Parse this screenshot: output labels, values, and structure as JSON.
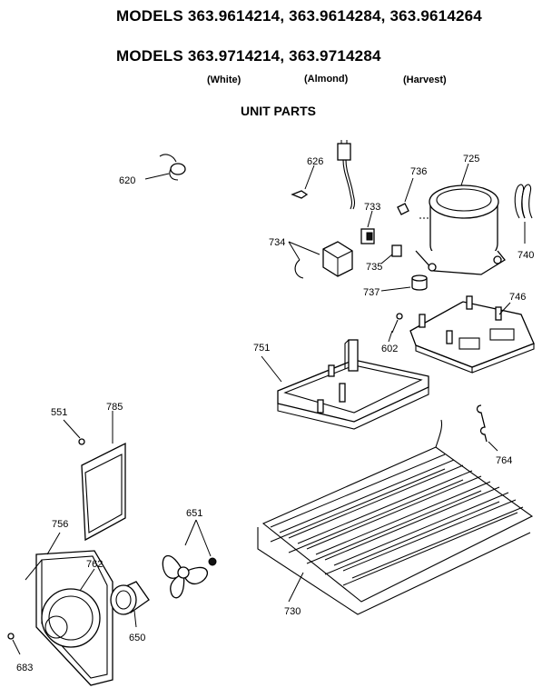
{
  "header": {
    "models_line1": "MODELS 363.9614214, 363.9614284, 363.9614264",
    "models_line2": "MODELS 363.9714214, 363.9714284",
    "color_white": "(White)",
    "color_almond": "(Almond)",
    "color_harvest": "(Harvest)",
    "section_title": "UNIT PARTS"
  },
  "callouts": {
    "p620": "620",
    "p626": "626",
    "p736": "736",
    "p725": "725",
    "p733": "733",
    "p734": "734",
    "p735": "735",
    "p740": "740",
    "p737": "737",
    "p746": "746",
    "p751": "751",
    "p602": "602",
    "p551": "551",
    "p785": "785",
    "p764": "764",
    "p756": "756",
    "p651": "651",
    "p762": "762",
    "p730": "730",
    "p650": "650",
    "p683": "683"
  }
}
